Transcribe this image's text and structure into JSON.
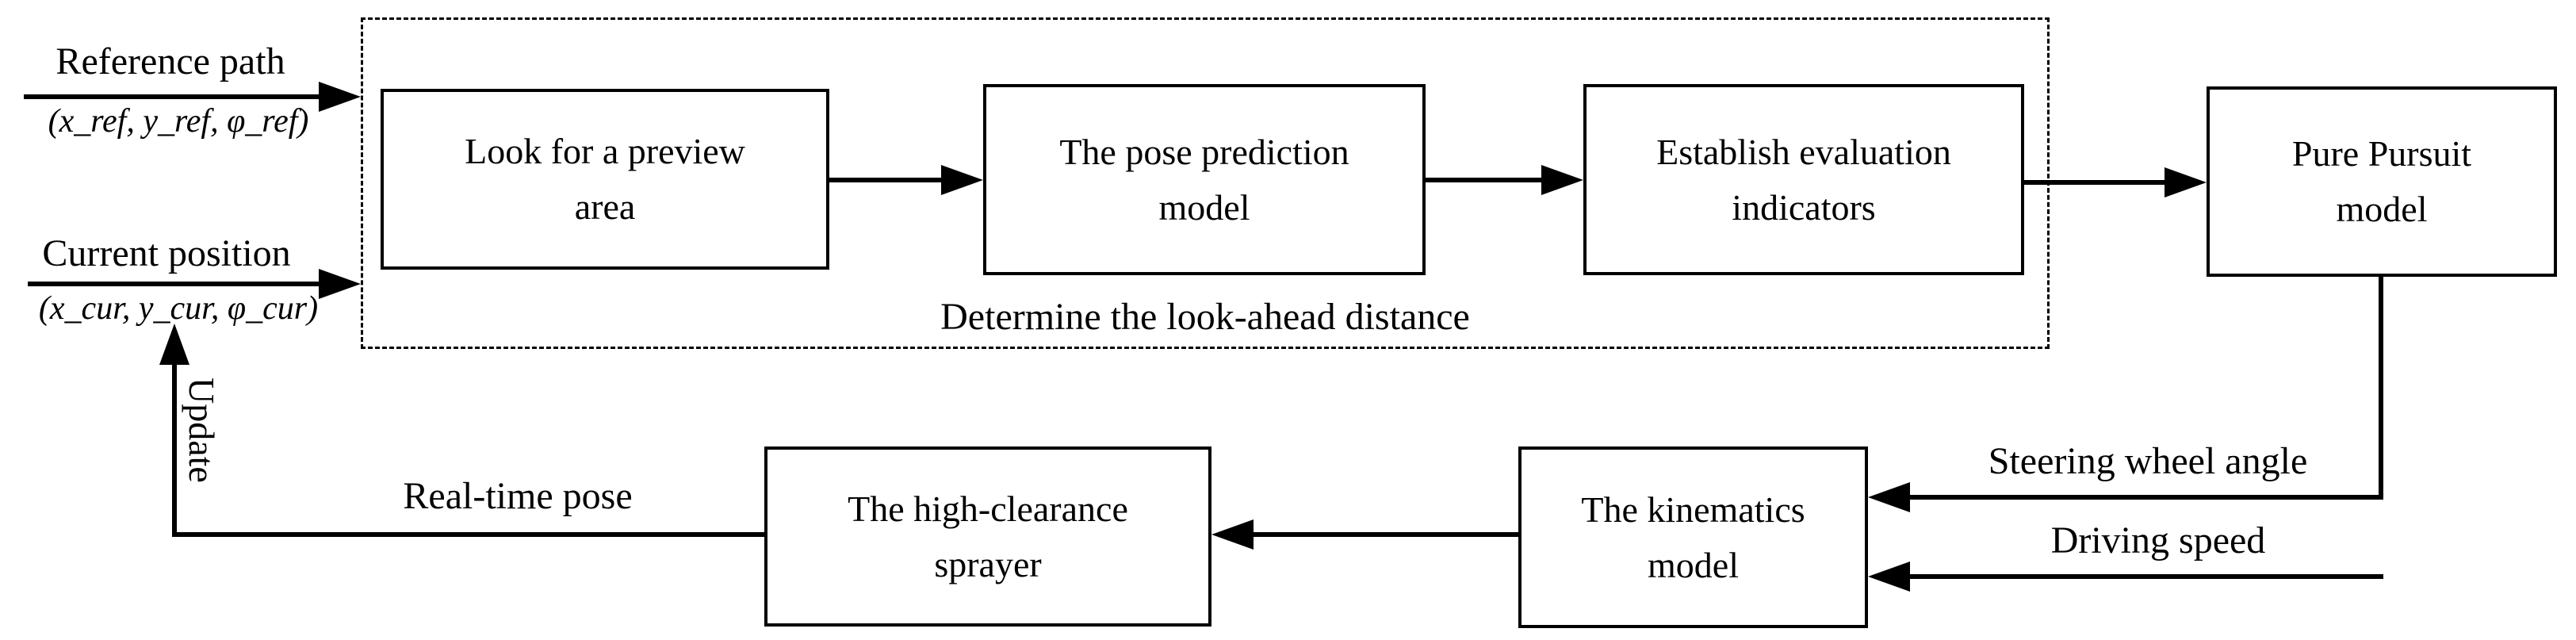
{
  "inputs": {
    "reference_path": {
      "label": "Reference path",
      "params": "(x_ref, y_ref, φ_ref)"
    },
    "current_position": {
      "label": "Current position",
      "params": "(x_cur, y_cur, φ_cur)"
    }
  },
  "lookahead_group": {
    "caption": "Determine the look-ahead distance",
    "boxes": [
      {
        "line1": "Look for a preview",
        "line2": "area"
      },
      {
        "line1": "The pose prediction",
        "line2": "model"
      },
      {
        "line1": "Establish evaluation",
        "line2": "indicators"
      }
    ]
  },
  "blocks": {
    "pure_pursuit": {
      "line1": "Pure Pursuit",
      "line2": "model"
    },
    "kinematics": {
      "line1": "The kinematics",
      "line2": "model"
    },
    "sprayer": {
      "line1": "The high-clearance",
      "line2": "sprayer"
    }
  },
  "edge_labels": {
    "steering": "Steering wheel angle",
    "speed": "Driving speed",
    "pose": "Real-time pose",
    "update": "Update"
  },
  "colors": {
    "line": "#000000",
    "background": "#ffffff"
  }
}
